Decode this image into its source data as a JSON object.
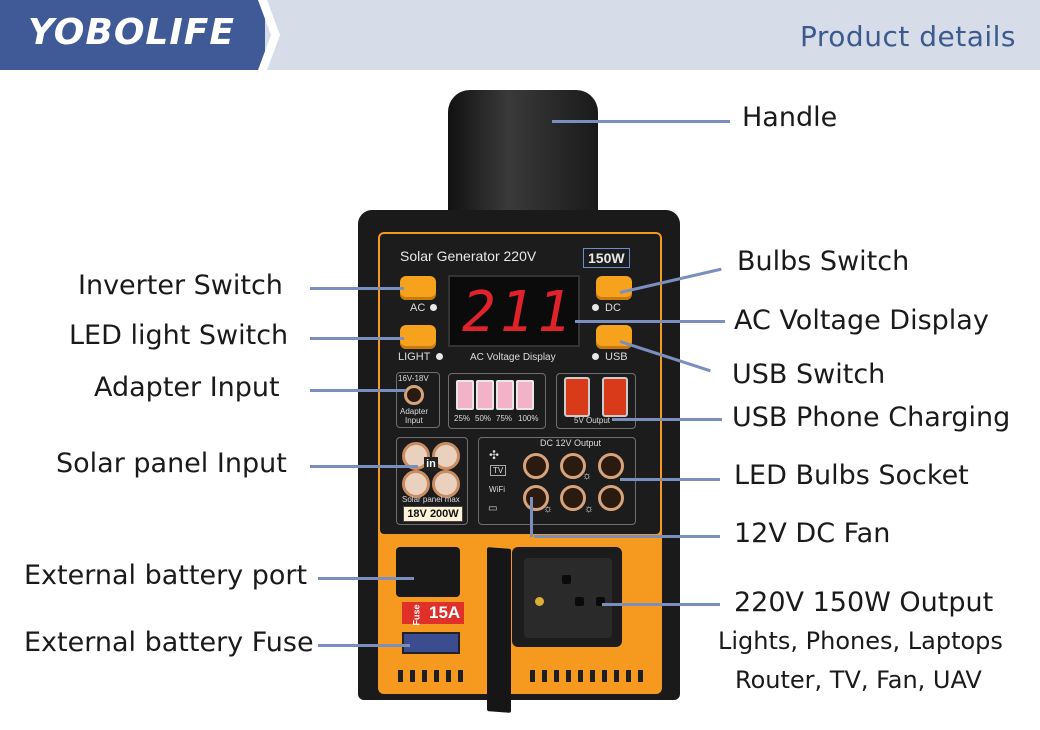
{
  "header": {
    "brand": "YOBOLIFE",
    "section": "Product details"
  },
  "labels": {
    "handle": "Handle",
    "inverter_switch": "Inverter Switch",
    "led_light_switch": "LED light Switch",
    "adapter_input": "Adapter Input",
    "solar_panel_input": "Solar panel Input",
    "external_battery_port": "External battery port",
    "external_battery_fuse": "External battery Fuse",
    "bulbs_switch": "Bulbs Switch",
    "ac_voltage_display": "AC Voltage Display",
    "usb_switch": "USB Switch",
    "usb_phone_charging": "USB Phone Charging",
    "led_bulbs_socket": "LED Bulbs Socket",
    "dc_fan": "12V DC Fan",
    "ac_output": "220V 150W Output",
    "uses_line1": "Lights, Phones, Laptops",
    "uses_line2": "Router, TV, Fan, UAV"
  },
  "device": {
    "title": "Solar Generator 220V",
    "power_badge": "150W",
    "ac_label": "AC",
    "dc_label": "DC",
    "light_label": "LIGHT",
    "usb_label": "USB",
    "display_digits": "211",
    "display_caption": "AC Voltage Display",
    "adapter_spec": "16V-18V",
    "adapter_caption_1": "Adapter",
    "adapter_caption_2": "Input",
    "battery_levels": [
      "25%",
      "50%",
      "75%",
      "100%"
    ],
    "usb_output_caption": "5V Output",
    "dc_output_caption": "DC 12V Output",
    "dc_icons": [
      "TV",
      "WiFi"
    ],
    "solar_in": "in",
    "solar_caption": "Solar panel max",
    "solar_spec": "18V 200W",
    "fuse_word": "Fuse",
    "fuse_rating": "15A"
  },
  "colors": {
    "header_bg": "#d6dde8",
    "brand_bg": "#3f5a97",
    "leader": "#7b8fbf",
    "panel_orange": "#f59a1e",
    "display_red": "#e0222a"
  }
}
